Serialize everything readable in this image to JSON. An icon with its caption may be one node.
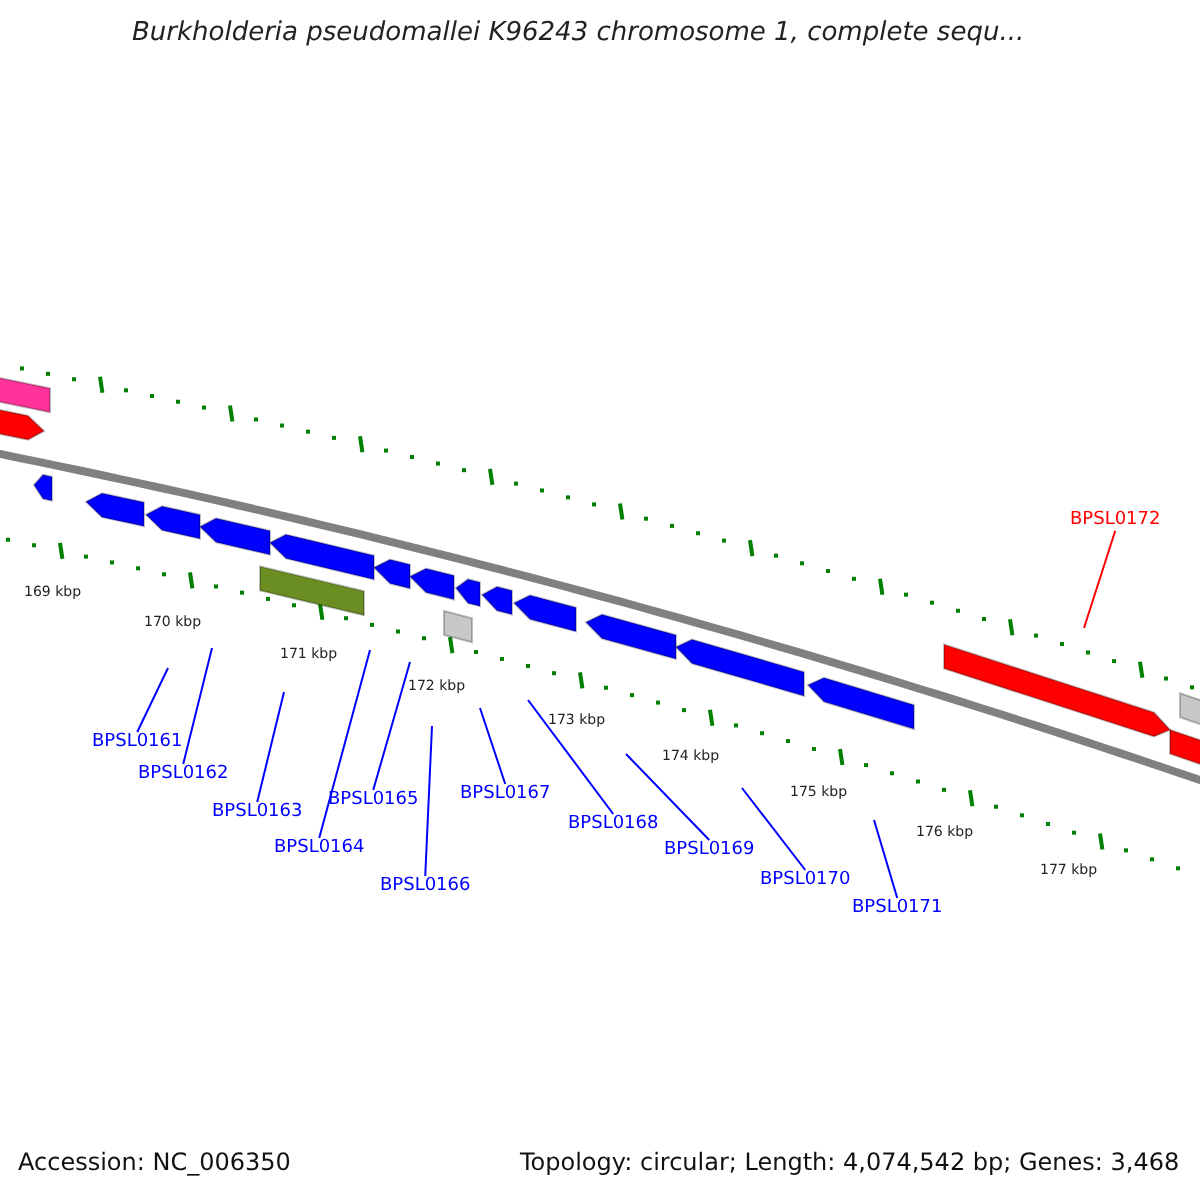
{
  "diagram": {
    "title": "Burkholderia pseudomallei K96243 chromosome 1, complete sequ...",
    "nodes": [
      {
        "text": [
          "BPSL0161"
        ]
      },
      {
        "text": [
          "BPSL0162"
        ]
      },
      {
        "text": [
          "BPSL0163"
        ]
      },
      {
        "text": [
          "BPSL0164"
        ]
      },
      {
        "text": [
          "BPSL0165"
        ]
      },
      {
        "text": [
          "BPSL0166"
        ]
      },
      {
        "text": [
          "BPSL0167"
        ]
      },
      {
        "text": [
          "BPSL0168"
        ]
      },
      {
        "text": [
          "BPSL0169"
        ]
      },
      {
        "text": [
          "BPSL0170"
        ]
      },
      {
        "text": [
          "BPSL0171"
        ]
      },
      {
        "text": [
          "BPSL0172"
        ]
      }
    ],
    "edges": [
      {
        "from": 0,
        "to": null,
        "arrow": "none"
      },
      {
        "from": 1,
        "to": null,
        "arrow": "none"
      },
      {
        "from": 2,
        "to": null,
        "arrow": "none"
      },
      {
        "from": 3,
        "to": null,
        "arrow": "none"
      },
      {
        "from": 4,
        "to": null,
        "arrow": "none"
      },
      {
        "from": 5,
        "to": null,
        "arrow": "none"
      },
      {
        "from": 6,
        "to": null,
        "arrow": "none"
      },
      {
        "from": 7,
        "to": null,
        "arrow": "none"
      },
      {
        "from": 8,
        "to": null,
        "arrow": "none"
      },
      {
        "from": 9,
        "to": null,
        "arrow": "none"
      },
      {
        "from": 10,
        "to": null,
        "arrow": "none"
      },
      {
        "from": 11,
        "to": null,
        "arrow": "none",
        "color": "#ff0000"
      }
    ],
    "labels": [
      "169 kbp",
      "170 kbp",
      "171 kbp",
      "172 kbp",
      "173 kbp",
      "174 kbp",
      "175 kbp",
      "176 kbp",
      "177 kbp",
      "Accession: NC_006350",
      "Topology: circular; Length: 4,074,542 bp; Genes: 3,468"
    ]
  }
}
